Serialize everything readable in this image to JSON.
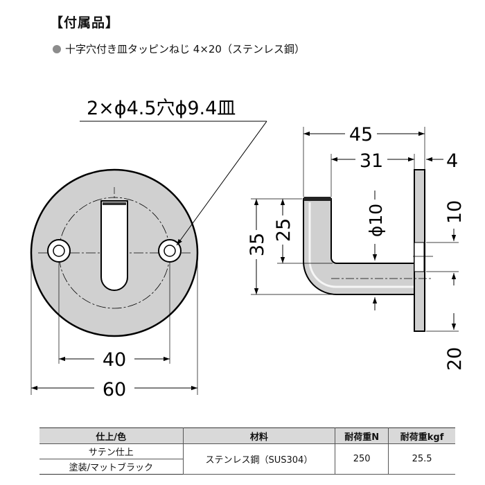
{
  "header": {
    "title": "【付属品】",
    "accessory": "十字穴付き皿タッピンねじ 4×20（ステンレス鋼）"
  },
  "front_view": {
    "hole_callout": "2×ϕ4.5穴ϕ9.4皿",
    "dim_hole_pitch": "40",
    "dim_diameter": "60"
  },
  "side_view": {
    "dim_projection": "45",
    "dim_inner": "31",
    "dim_plate_thickness": "4",
    "dim_height": "35",
    "dim_bar_top": "25",
    "dim_bar_diameter": "ϕ10",
    "dim_upper": "10",
    "dim_lower": "20"
  },
  "table": {
    "headers": [
      "仕上/色",
      "材料",
      "耐荷重N",
      "耐荷重kgf"
    ],
    "finishes": [
      "サテン仕上",
      "塗装/マットブラック"
    ],
    "material": "ステンレス鋼（SUS304）",
    "load_n": "250",
    "load_kgf": "25.5"
  },
  "colors": {
    "part_fill": "#d0d0d0",
    "part_stroke": "#000000",
    "header_fill": "#d9d9d9"
  }
}
